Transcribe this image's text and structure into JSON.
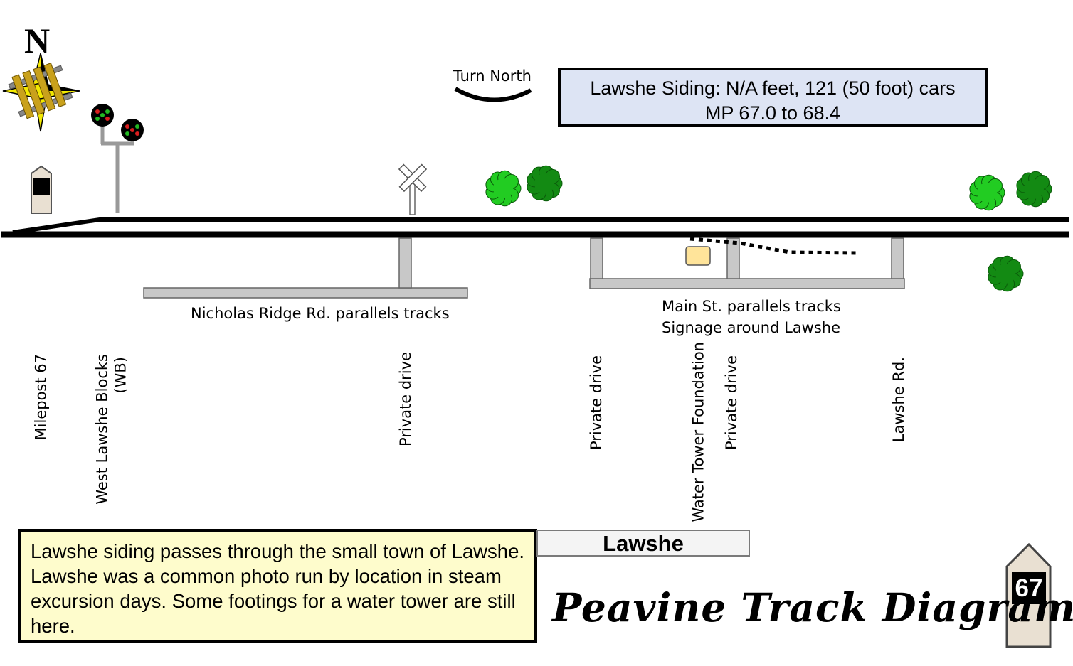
{
  "header": {
    "compass_letter": "N",
    "turn_label": "Turn North"
  },
  "siding_info": {
    "line1": "Lawshe Siding: N/A feet, 121 (50 foot) cars",
    "line2": "MP 67.0 to 68.4"
  },
  "roads": {
    "nicholas": "Nicholas Ridge Rd. parallels tracks",
    "main_st_line1": "Main St. parallels tracks",
    "main_st_line2": "Signage around Lawshe"
  },
  "locations": {
    "milepost": "Milepost 67",
    "blocks_line1": "West Lawshe Blocks",
    "blocks_line2": "(WB)",
    "private_drive_1": "Private drive",
    "private_drive_2": "Private drive",
    "water_tower": "Water Tower Foundation",
    "private_drive_3": "Private drive",
    "lawshe_rd": "Lawshe Rd."
  },
  "description": "Lawshe siding passes through the small town of Lawshe.  Lawshe was a common photo run by location in steam excursion days.  Some footings for a water tower are still here.",
  "town_name": "Lawshe",
  "brand": "Peavine Track Diagram",
  "milepost_number": "67",
  "colors": {
    "info_box_bg": "#dde4f4",
    "note_box_bg": "#fefccc",
    "road_gray": "#c8c8c8",
    "tree_light": "#22cc22",
    "tree_dark": "#138a13",
    "building_fill": "#ffe49a"
  }
}
